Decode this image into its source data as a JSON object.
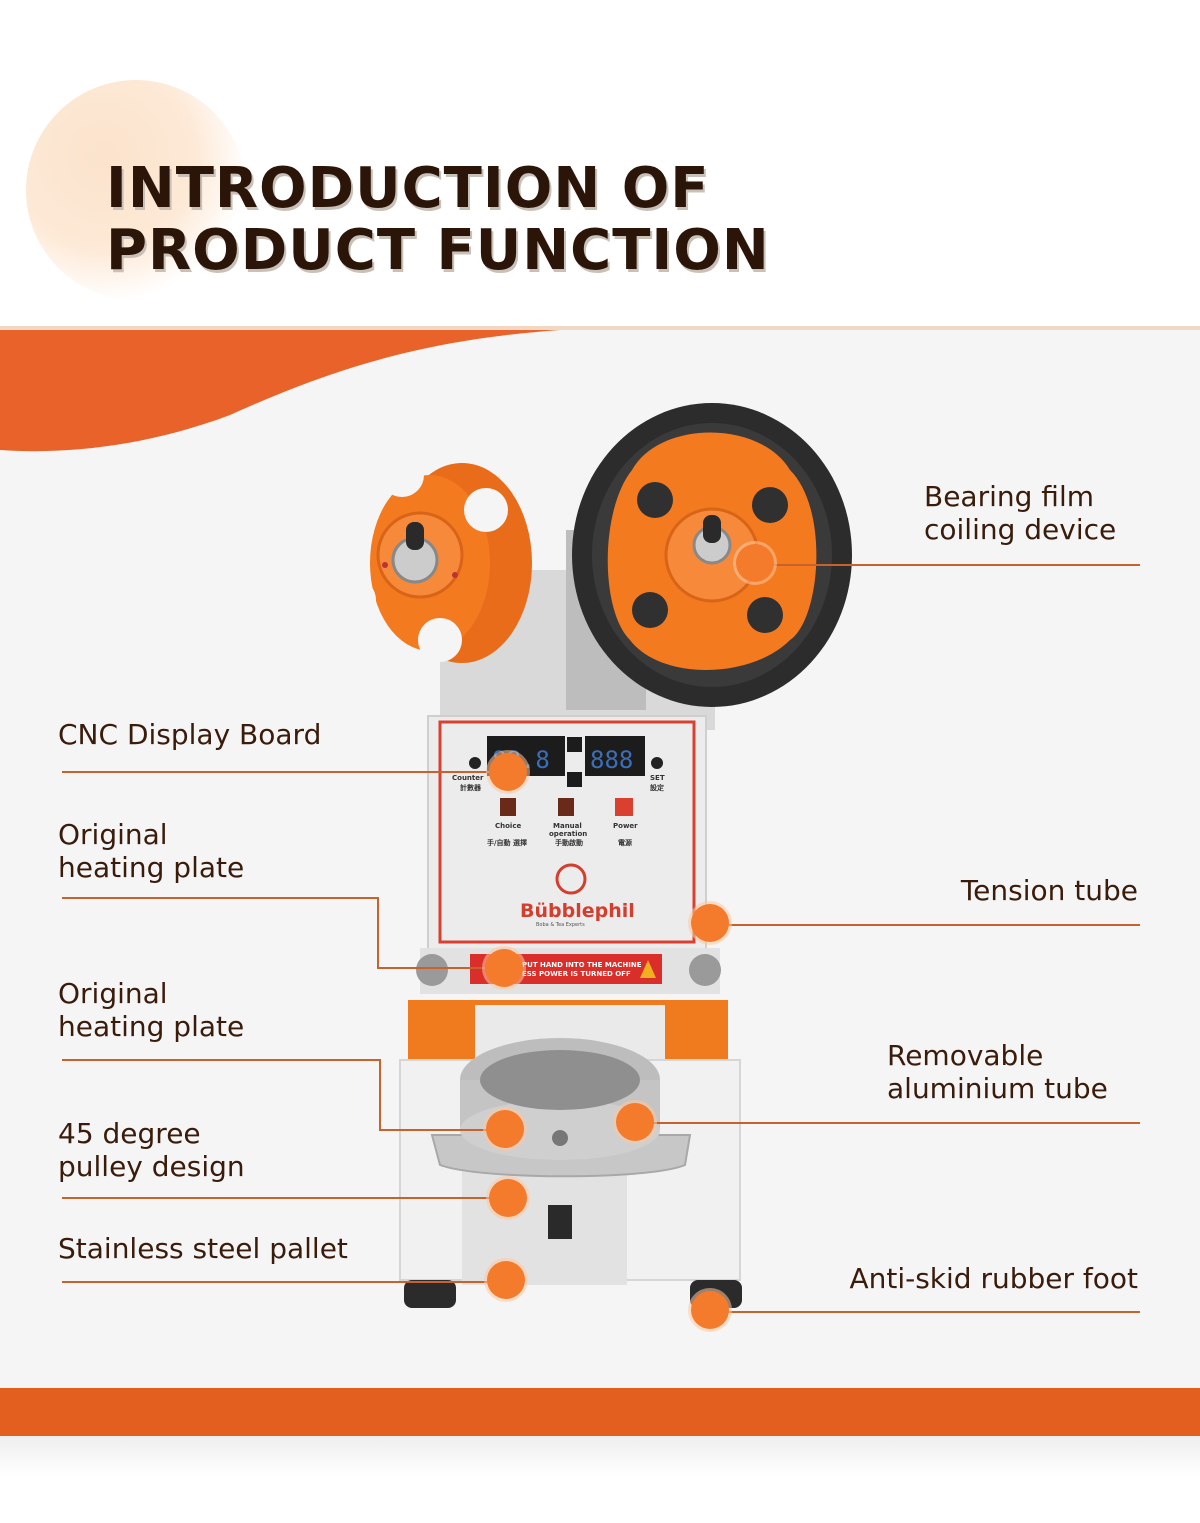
{
  "header": {
    "title_line1": "INTRODUCTION OF",
    "title_line2": "PRODUCT FUNCTION"
  },
  "machine": {
    "display": {
      "counter_label": "Counter",
      "counter_label_cn": "計數器",
      "set_label": "SET",
      "set_label_cn": "設定",
      "readout_left": "88.8",
      "readout_right": "888",
      "choice_label": "Choice",
      "choice_label_cn": "手/自動 選擇",
      "manual_label_1": "Manual",
      "manual_label_2": "operation",
      "manual_label_cn": "手動啟動",
      "power_label": "Power",
      "power_label_cn": "電源"
    },
    "brand": "Bübblephil",
    "brand_tagline": "Boba & Tea Experts",
    "warning_line1": "PUT HAND INTO THE MACHINE",
    "warning_line2": "ESS POWER IS TURNED OFF"
  },
  "callouts": {
    "bearing_film_1": "Bearing film",
    "bearing_film_2": "coiling device",
    "cnc_display": "CNC Display Board",
    "heating_plate_a_1": "Original",
    "heating_plate_a_2": "heating plate",
    "tension_tube": "Tension tube",
    "heating_plate_b_1": "Original",
    "heating_plate_b_2": "heating plate",
    "aluminium_tube_1": "Removable",
    "aluminium_tube_2": "aluminium tube",
    "pulley_1": "45 degree",
    "pulley_2": "pulley design",
    "pallet": "Stainless steel pallet",
    "rubber_foot": "Anti-skid rubber foot"
  },
  "colors": {
    "accent": "#e25f1f",
    "dot": "#f47a2c",
    "title": "#2b1508",
    "text": "#3a1c0c",
    "reel": "#f47a20"
  }
}
